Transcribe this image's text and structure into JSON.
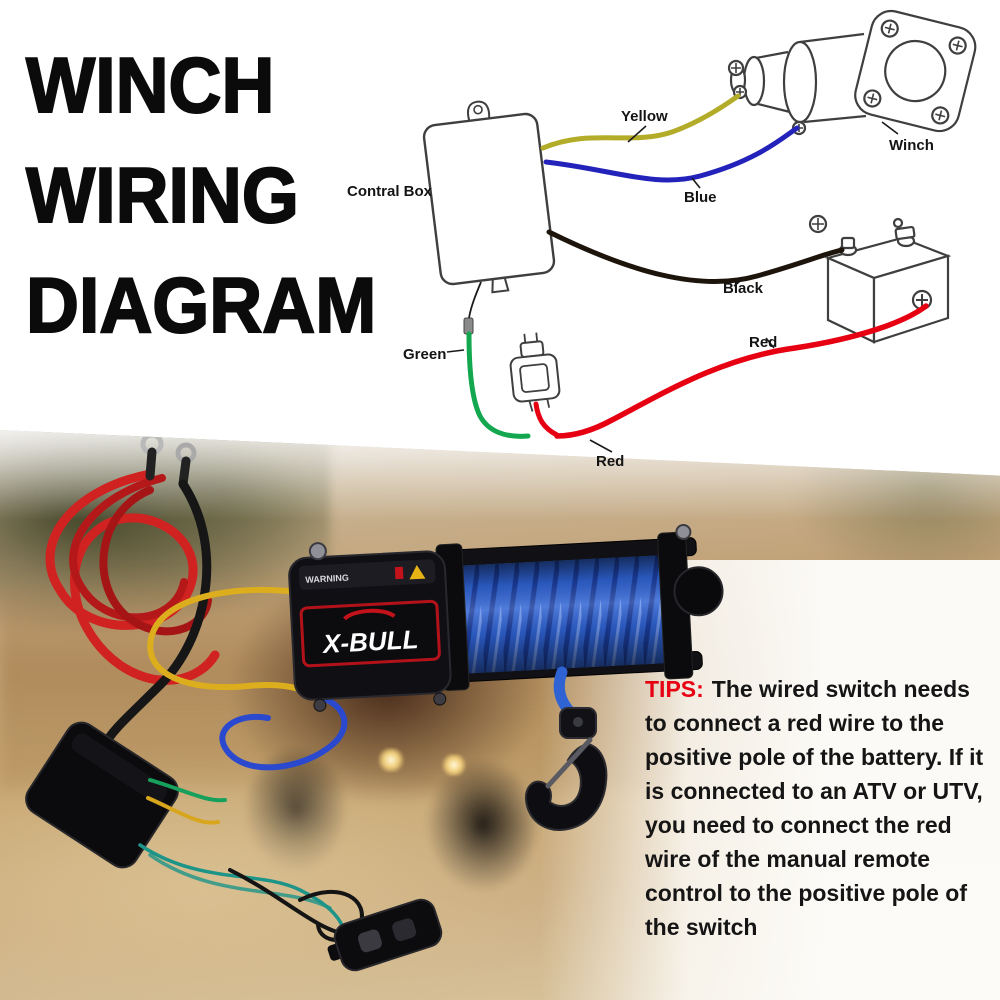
{
  "title": {
    "line1": "WINCH",
    "line2": "WIRING",
    "line3": "DIAGRAM"
  },
  "diagram": {
    "component_labels": {
      "control_box": "Contral Box",
      "winch": "Winch"
    },
    "wire_labels": {
      "yellow": "Yellow",
      "blue": "Blue",
      "black": "Black",
      "red_battery": "Red",
      "green": "Green",
      "red_switch": "Red"
    },
    "wire_colors": {
      "yellow": "#b3ac29",
      "blue": "#2323bb",
      "black": "#1d140b",
      "red": "#e60012",
      "green": "#13a84f"
    }
  },
  "product": {
    "brand": "X-BULL",
    "warning_label": "WARNING",
    "rope_color": "#2f63d4",
    "accent_color": "#c4121a"
  },
  "tips": {
    "label": "TIPS:",
    "text": "The wired switch needs to connect a red wire to the positive pole of the battery.  If it is connected to an ATV or UTV, you need to connect the red wire of the manual remote control to the positive pole of the switch",
    "accent_color": "#e60012"
  }
}
